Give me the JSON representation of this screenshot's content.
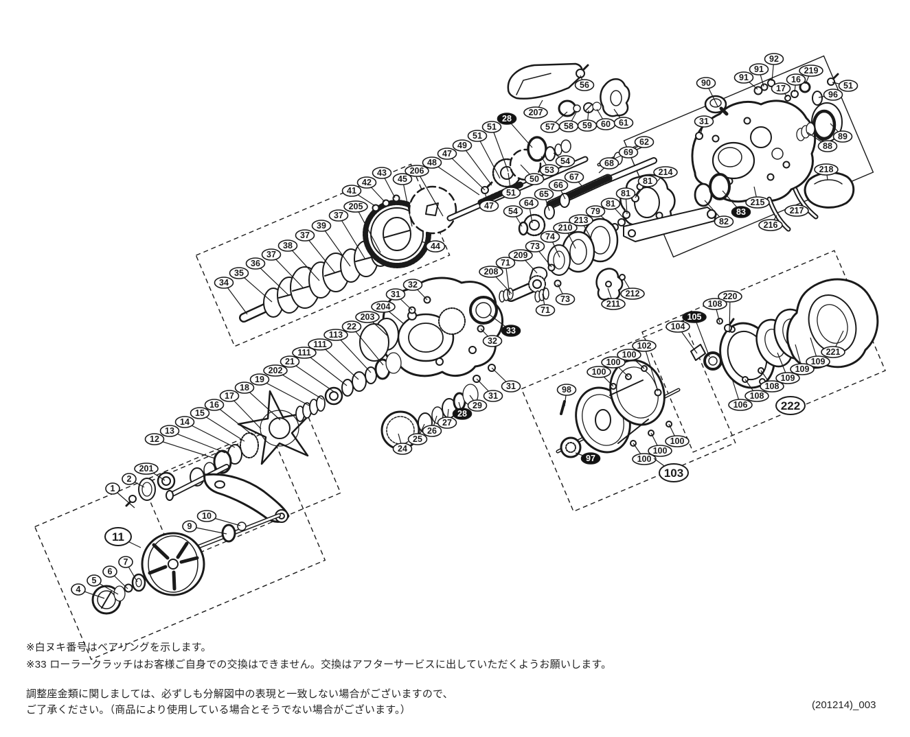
{
  "title": "reel-exploded-parts-diagram",
  "colors": {
    "line": "#1a1a1a",
    "background": "#ffffff",
    "balloon_fill": "#ffffff",
    "bearing_balloon_fill": "#111111",
    "text": "#232323"
  },
  "footer": {
    "note1": "※白ヌキ番号はベアリングを示します。",
    "note2": "※33 ローラークラッチはお客様ご自身での交換はできません。交換はアフターサービスに出していただくようお願いします。",
    "disclaimer1": "調整座金類に関しましては、必ずしも分解図中の表現と一致しない場合がございますので、",
    "disclaimer2": "ご了承ください。（商品により使用している場合とそうでない場合がございます。）",
    "doc_code": "(201214)_003"
  },
  "callout_format": "[number, x, y, leaderTargetX, leaderTargetY, variant] variant: 'b'=white-on-black bearing balloon, 'L'=large group balloon",
  "callouts": [
    [
      "90",
      1028,
      121,
      1045,
      155
    ],
    [
      "91",
      1083,
      113,
      1103,
      130
    ],
    [
      "91",
      1105,
      101,
      1112,
      126
    ],
    [
      "92",
      1127,
      86,
      1124,
      118
    ],
    [
      "17",
      1137,
      129,
      1146,
      141
    ],
    [
      "16",
      1159,
      116,
      1157,
      134
    ],
    [
      "219",
      1181,
      103,
      1173,
      122
    ],
    [
      "51",
      1235,
      125,
      1212,
      120
    ],
    [
      "96",
      1213,
      138,
      1192,
      142
    ],
    [
      "31",
      1025,
      177,
      1020,
      196
    ],
    [
      "88",
      1205,
      213,
      1176,
      193
    ],
    [
      "89",
      1227,
      199,
      1209,
      180
    ],
    [
      "218",
      1203,
      247,
      1205,
      262
    ],
    [
      "215",
      1103,
      295,
      1098,
      272
    ],
    [
      "83",
      1079,
      309,
      1052,
      278,
      "b"
    ],
    [
      "82",
      1054,
      323,
      1026,
      292
    ],
    [
      "217",
      1160,
      307,
      1168,
      297
    ],
    [
      "216",
      1122,
      328,
      1131,
      314
    ],
    [
      "56",
      851,
      124,
      845,
      110
    ],
    [
      "207",
      780,
      164,
      790,
      146
    ],
    [
      "57",
      801,
      185,
      826,
      163
    ],
    [
      "58",
      828,
      184,
      840,
      162
    ],
    [
      "59",
      855,
      183,
      857,
      161
    ],
    [
      "60",
      882,
      181,
      869,
      159
    ],
    [
      "61",
      908,
      179,
      894,
      159
    ],
    [
      "28",
      738,
      173,
      775,
      215,
      "b"
    ],
    [
      "51",
      716,
      185,
      740,
      250
    ],
    [
      "51",
      695,
      198,
      728,
      260
    ],
    [
      "62",
      938,
      207,
      910,
      220
    ],
    [
      "69",
      915,
      222,
      893,
      232
    ],
    [
      "68",
      887,
      238,
      872,
      252
    ],
    [
      "54",
      823,
      235,
      806,
      223
    ],
    [
      "53",
      800,
      248,
      788,
      228
    ],
    [
      "50",
      778,
      261,
      758,
      240
    ],
    [
      "51",
      744,
      281,
      740,
      252
    ],
    [
      "47",
      712,
      300,
      706,
      281
    ],
    [
      "49",
      673,
      212,
      716,
      270
    ],
    [
      "47",
      651,
      224,
      706,
      277
    ],
    [
      "48",
      629,
      237,
      698,
      284
    ],
    [
      "67",
      836,
      258,
      848,
      272
    ],
    [
      "66",
      813,
      270,
      823,
      290
    ],
    [
      "65",
      792,
      283,
      800,
      307
    ],
    [
      "64",
      770,
      296,
      775,
      325
    ],
    [
      "54",
      747,
      308,
      760,
      330
    ],
    [
      "214",
      969,
      251,
      950,
      272
    ],
    [
      "81",
      943,
      264,
      925,
      288
    ],
    [
      "81",
      911,
      282,
      913,
      312
    ],
    [
      "81",
      889,
      297,
      910,
      320
    ],
    [
      "79",
      867,
      308,
      893,
      330
    ],
    [
      "213",
      846,
      321,
      862,
      350
    ],
    [
      "210",
      823,
      332,
      838,
      362
    ],
    [
      "74",
      801,
      345,
      815,
      375
    ],
    [
      "73",
      779,
      359,
      803,
      389
    ],
    [
      "209",
      758,
      372,
      782,
      398
    ],
    [
      "71",
      736,
      383,
      742,
      430
    ],
    [
      "208",
      715,
      396,
      745,
      428
    ],
    [
      "73",
      823,
      436,
      812,
      414
    ],
    [
      "71",
      794,
      452,
      790,
      428
    ],
    [
      "211",
      893,
      443,
      885,
      420
    ],
    [
      "212",
      921,
      428,
      908,
      406
    ],
    [
      "34",
      326,
      412,
      360,
      458
    ],
    [
      "35",
      348,
      398,
      396,
      440
    ],
    [
      "36",
      372,
      384,
      420,
      430
    ],
    [
      "37",
      395,
      371,
      442,
      420
    ],
    [
      "38",
      419,
      358,
      465,
      409
    ],
    [
      "37",
      444,
      343,
      488,
      398
    ],
    [
      "39",
      468,
      329,
      510,
      388
    ],
    [
      "37",
      493,
      314,
      532,
      378
    ],
    [
      "205",
      518,
      301,
      554,
      368
    ],
    [
      "41",
      512,
      278,
      546,
      300
    ],
    [
      "42",
      534,
      266,
      560,
      294
    ],
    [
      "43",
      556,
      252,
      575,
      288
    ],
    [
      "45",
      586,
      261,
      600,
      330
    ],
    [
      "206",
      607,
      249,
      645,
      315
    ],
    [
      "44",
      634,
      359,
      614,
      352
    ],
    [
      "32",
      601,
      415,
      622,
      437
    ],
    [
      "31",
      576,
      429,
      600,
      452
    ],
    [
      "204",
      558,
      447,
      588,
      472
    ],
    [
      "203",
      535,
      462,
      565,
      490
    ],
    [
      "33",
      744,
      482,
      712,
      458,
      "b"
    ],
    [
      "32",
      717,
      497,
      700,
      479
    ],
    [
      "31",
      744,
      563,
      716,
      536
    ],
    [
      "31",
      718,
      577,
      694,
      552
    ],
    [
      "29",
      695,
      591,
      684,
      576
    ],
    [
      "28",
      673,
      603,
      668,
      586,
      "b"
    ],
    [
      "27",
      651,
      616,
      653,
      596
    ],
    [
      "26",
      629,
      628,
      636,
      606
    ],
    [
      "25",
      608,
      640,
      618,
      618
    ],
    [
      "24",
      586,
      654,
      580,
      632
    ],
    [
      "22",
      512,
      476,
      558,
      532
    ],
    [
      "113",
      489,
      488,
      540,
      543
    ],
    [
      "111",
      466,
      502,
      522,
      553
    ],
    [
      "111",
      443,
      514,
      505,
      562
    ],
    [
      "21",
      422,
      527,
      488,
      572
    ],
    [
      "202",
      401,
      540,
      470,
      582
    ],
    [
      "19",
      378,
      553,
      452,
      592
    ],
    [
      "18",
      356,
      565,
      408,
      612
    ],
    [
      "17",
      334,
      577,
      380,
      625
    ],
    [
      "16",
      312,
      590,
      368,
      634
    ],
    [
      "15",
      291,
      602,
      356,
      643
    ],
    [
      "14",
      269,
      615,
      342,
      652
    ],
    [
      "13",
      247,
      628,
      328,
      660
    ],
    [
      "12",
      225,
      640,
      313,
      668
    ],
    [
      "201",
      213,
      683,
      240,
      700
    ],
    [
      "2",
      188,
      698,
      210,
      710
    ],
    [
      "1",
      164,
      712,
      196,
      740
    ],
    [
      "11",
      172,
      782,
      205,
      798,
      "L"
    ],
    [
      "9",
      276,
      767,
      330,
      778
    ],
    [
      "10",
      301,
      752,
      350,
      766
    ],
    [
      "7",
      183,
      819,
      200,
      848
    ],
    [
      "6",
      160,
      833,
      186,
      858
    ],
    [
      "5",
      137,
      846,
      172,
      866
    ],
    [
      "4",
      114,
      859,
      152,
      872
    ],
    [
      "98",
      825,
      568,
      822,
      592
    ],
    [
      "97",
      860,
      668,
      838,
      660,
      "b"
    ],
    [
      "100",
      872,
      542,
      893,
      563
    ],
    [
      "100",
      893,
      528,
      915,
      549
    ],
    [
      "100",
      916,
      517,
      938,
      537
    ],
    [
      "102",
      938,
      504,
      958,
      570
    ],
    [
      "100",
      938,
      669,
      922,
      646
    ],
    [
      "100",
      961,
      657,
      948,
      631
    ],
    [
      "100",
      986,
      643,
      974,
      618
    ],
    [
      "103",
      981,
      689,
      952,
      668,
      "L"
    ],
    [
      "104",
      987,
      476,
      1015,
      515
    ],
    [
      "105",
      1011,
      462,
      1033,
      520,
      "b"
    ],
    [
      "220",
      1063,
      432,
      1062,
      485
    ],
    [
      "108",
      1041,
      443,
      1048,
      470
    ],
    [
      "221",
      1213,
      513,
      1228,
      482
    ],
    [
      "109",
      1191,
      527,
      1180,
      492
    ],
    [
      "109",
      1168,
      538,
      1158,
      502
    ],
    [
      "109",
      1147,
      551,
      1132,
      514
    ],
    [
      "108",
      1124,
      563,
      1108,
      540
    ],
    [
      "108",
      1102,
      577,
      1085,
      553
    ],
    [
      "106",
      1078,
      590,
      1066,
      552
    ],
    [
      "222",
      1151,
      591,
      null,
      null,
      "L"
    ]
  ]
}
